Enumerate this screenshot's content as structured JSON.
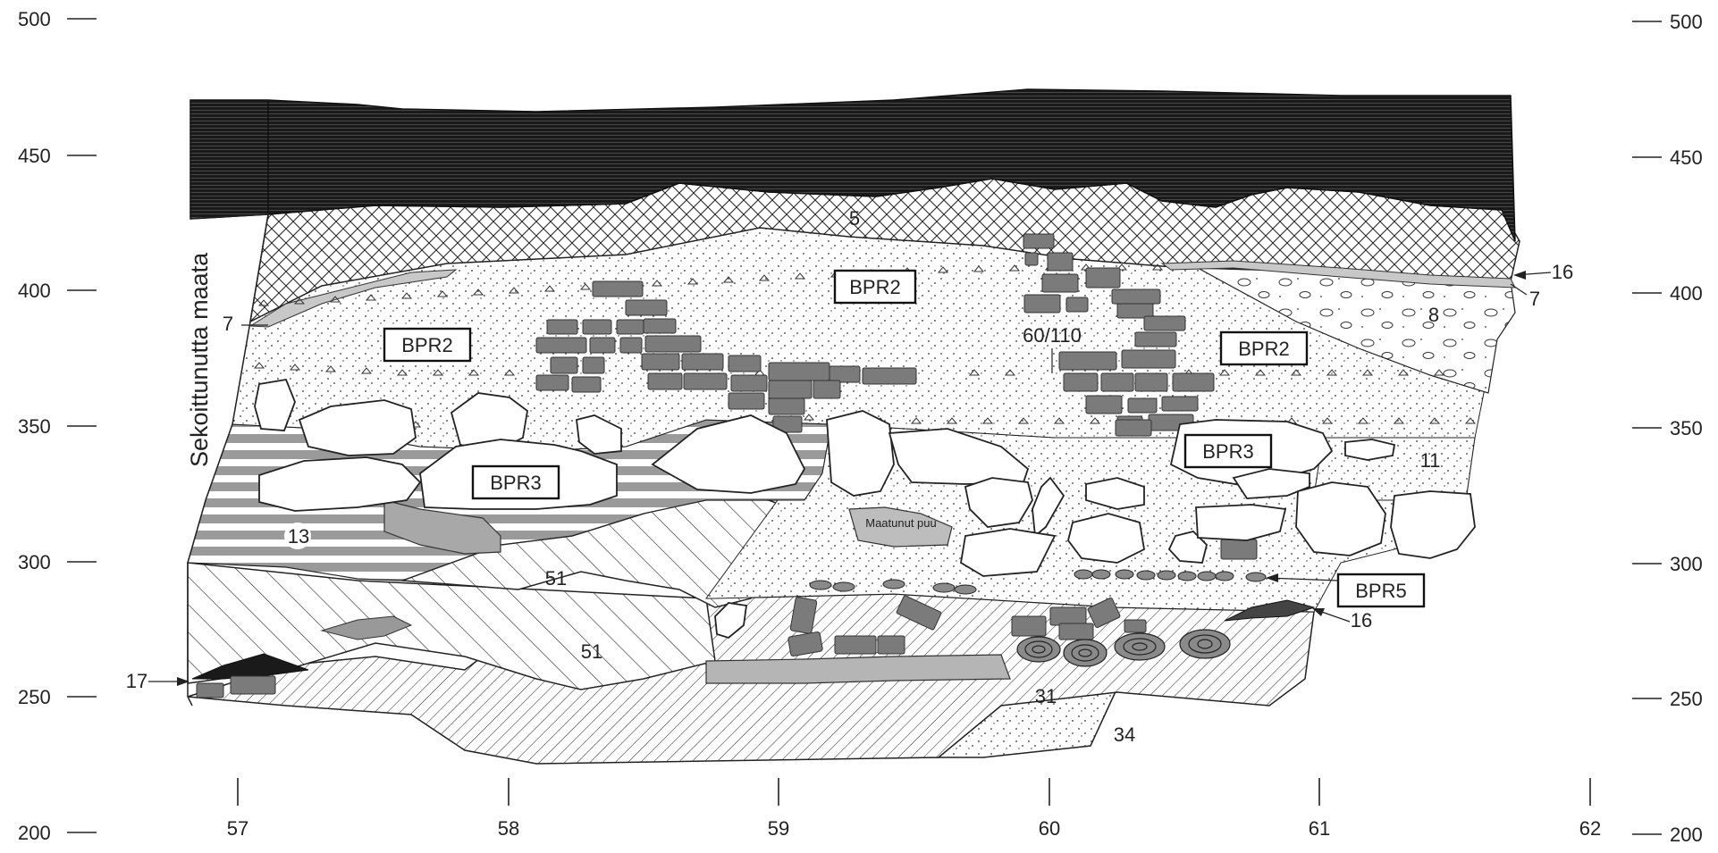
{
  "y_axis": {
    "left_ticks": [
      "500",
      "450",
      "400",
      "350",
      "300",
      "250",
      "200"
    ],
    "right_ticks": [
      "500",
      "450",
      "400",
      "350",
      "300",
      "250",
      "200"
    ]
  },
  "x_axis": {
    "ticks": [
      "57",
      "58",
      "59",
      "60",
      "61",
      "62"
    ]
  },
  "vertical_label": "Sekoittunutta maata",
  "layer_labels": {
    "l5": "5",
    "l8": "8",
    "l11": "11",
    "l13": "13",
    "l51a": "51",
    "l51b": "51",
    "l31": "31",
    "l34": "34",
    "l7_left": "7",
    "l7_right": "7",
    "l16_top": "16",
    "l16_bottom": "16",
    "l17": "17",
    "l60_110": "60/110",
    "maatunut_puu": "Maatunut puu"
  },
  "boxed_labels": {
    "bpr2_center": "BPR2",
    "bpr2_left": "BPR2",
    "bpr2_right": "BPR2",
    "bpr3_left": "BPR3",
    "bpr3_right": "BPR3",
    "bpr5": "BPR5"
  },
  "colors": {
    "topsoil": "#1c1c1c",
    "grey_band": "#9a9a9a",
    "brick": "#7b7b7b",
    "wood": "#bdbdbd"
  }
}
